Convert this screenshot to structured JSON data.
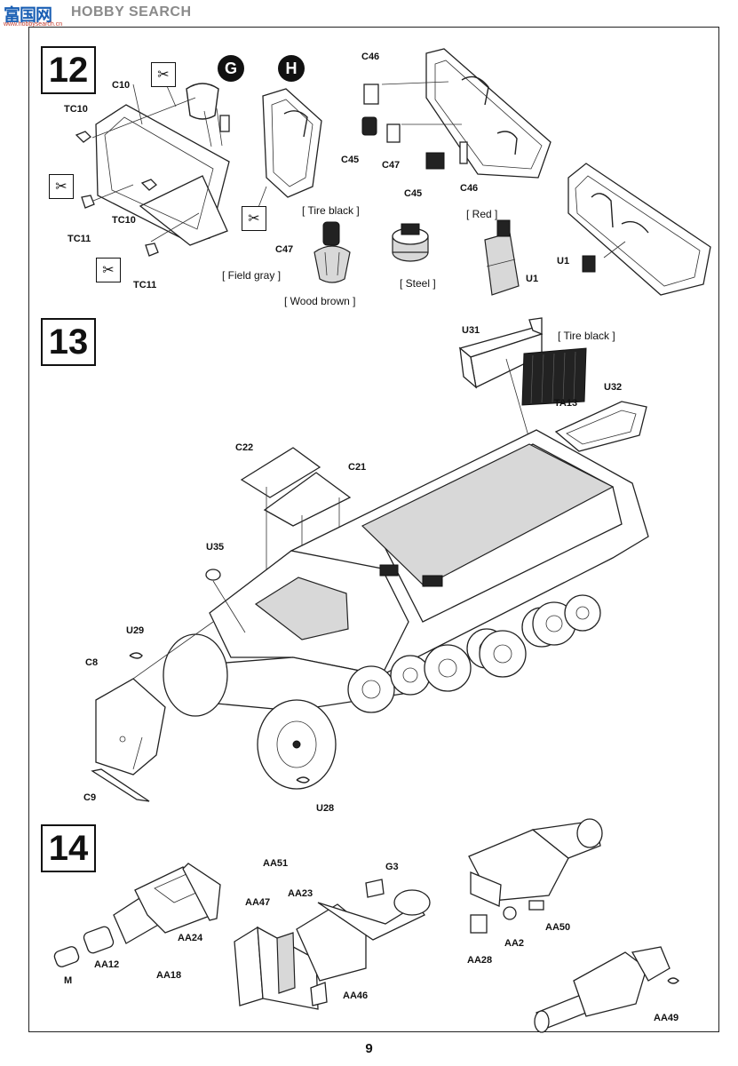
{
  "header": {
    "logo_cn": "富国网",
    "logo_en": "HOBBY SEARCH",
    "logo_url": "www.hobbysearch.cn"
  },
  "steps": {
    "s12": {
      "number": "12",
      "markers": [
        "G",
        "H"
      ],
      "labels": {
        "c10": "C10",
        "tc10_a": "TC10",
        "tc11_a": "TC11",
        "tc10_b": "TC10",
        "tc11_b": "TC11",
        "c46_top": "C46",
        "c45_a": "C45",
        "c47_a": "C47",
        "c45_b": "C45",
        "c46_b": "C46",
        "tire_black": "[ Tire black ]",
        "c47_b": "C47",
        "field_gray": "[ Field gray ]",
        "wood_brown": "[ Wood brown ]",
        "steel": "[ Steel ]",
        "red": "[ Red ]",
        "u1_a": "U1",
        "u1_b": "U1"
      }
    },
    "s13": {
      "number": "13",
      "labels": {
        "u31": "U31",
        "tire_black": "[ Tire black ]",
        "ta13": "TA13",
        "u32": "U32",
        "c22": "C22",
        "c21": "C21",
        "u35": "U35",
        "u29": "U29",
        "c8": "C8",
        "c9": "C9",
        "u28": "U28"
      }
    },
    "s14": {
      "number": "14",
      "labels": {
        "aa51": "AA51",
        "g3": "G3",
        "aa23": "AA23",
        "aa47": "AA47",
        "aa24": "AA24",
        "aa46": "AA46",
        "m": "M",
        "aa12": "AA12",
        "aa18": "AA18",
        "aa50": "AA50",
        "aa2": "AA2",
        "aa28": "AA28",
        "aa49": "AA49"
      }
    }
  },
  "icons": {
    "no_cut": "scissors-crossed-icon"
  },
  "page_number": "9"
}
